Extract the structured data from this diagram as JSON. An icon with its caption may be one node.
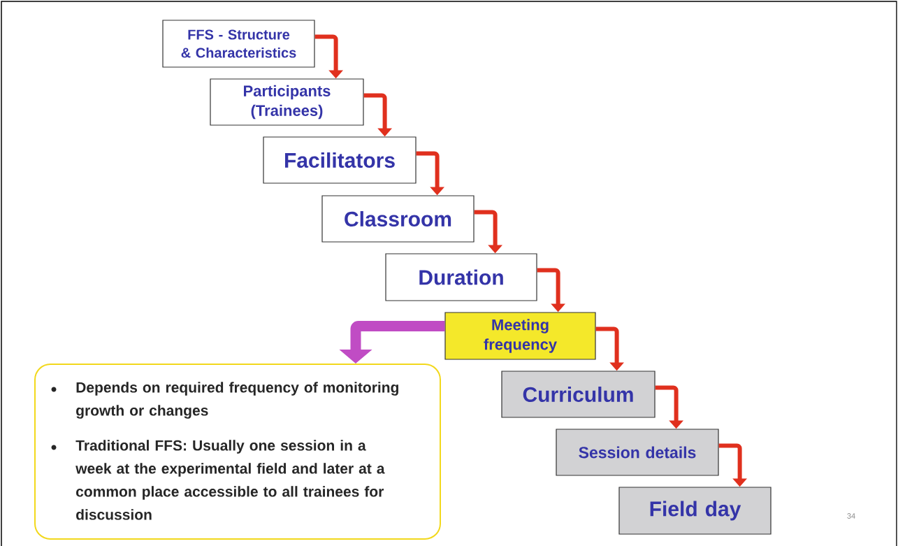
{
  "diagram": {
    "nodes": [
      {
        "text": [
          "FFS - Structure & Characteristics"
        ]
      },
      {
        "text": [
          "Participants (Trainees)"
        ]
      },
      {
        "text": [
          "Facilitators"
        ]
      },
      {
        "text": [
          "Classroom"
        ]
      },
      {
        "text": [
          "Duration"
        ]
      },
      {
        "text": [
          "Meeting frequency"
        ]
      },
      {
        "text": [
          "Curriculum"
        ]
      },
      {
        "text": [
          "Session details"
        ]
      },
      {
        "text": [
          "Field day"
        ]
      },
      {
        "text": [
          "Depends on required frequency of monitoring growth or changes",
          "Traditional FFS: Usually one session in a week at the experimental field and later at a common place accessible to all trainees for discussion"
        ]
      }
    ],
    "edges": [
      {
        "from": 0,
        "to": 1,
        "arrow": "to"
      },
      {
        "from": 1,
        "to": 2,
        "arrow": "to"
      },
      {
        "from": 2,
        "to": 3,
        "arrow": "to"
      },
      {
        "from": 3,
        "to": 4,
        "arrow": "to"
      },
      {
        "from": 4,
        "to": 5,
        "arrow": "to"
      },
      {
        "from": 5,
        "to": 6,
        "arrow": "to"
      },
      {
        "from": 6,
        "to": 7,
        "arrow": "to"
      },
      {
        "from": 7,
        "to": 8,
        "arrow": "to"
      },
      {
        "from": 5,
        "to": 9,
        "arrow": "to",
        "style": "thick",
        "color": "#c04cc4"
      }
    ],
    "labels": [
      "34"
    ]
  }
}
